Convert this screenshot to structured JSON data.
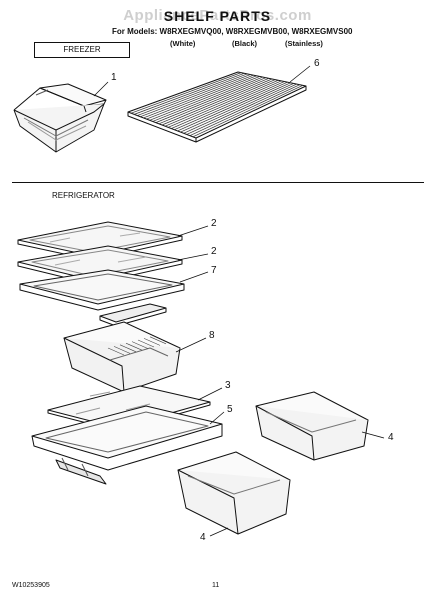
{
  "watermark": "AppliancePartsPros.com",
  "title": "SHELF PARTS",
  "models_line": "For Models: W8RXEGMVQ00, W8RXEGMVB00, W8RXEGMVS00",
  "variants": [
    "(White)",
    "(Black)",
    "(Stainless)"
  ],
  "sections": {
    "freezer": "FREEZER",
    "refrigerator": "REFRIGERATOR"
  },
  "callouts": [
    "1",
    "6",
    "2",
    "2",
    "7",
    "8",
    "3",
    "5",
    "4",
    "4"
  ],
  "footer": {
    "doc_number": "W10253905",
    "page_number": "11"
  }
}
